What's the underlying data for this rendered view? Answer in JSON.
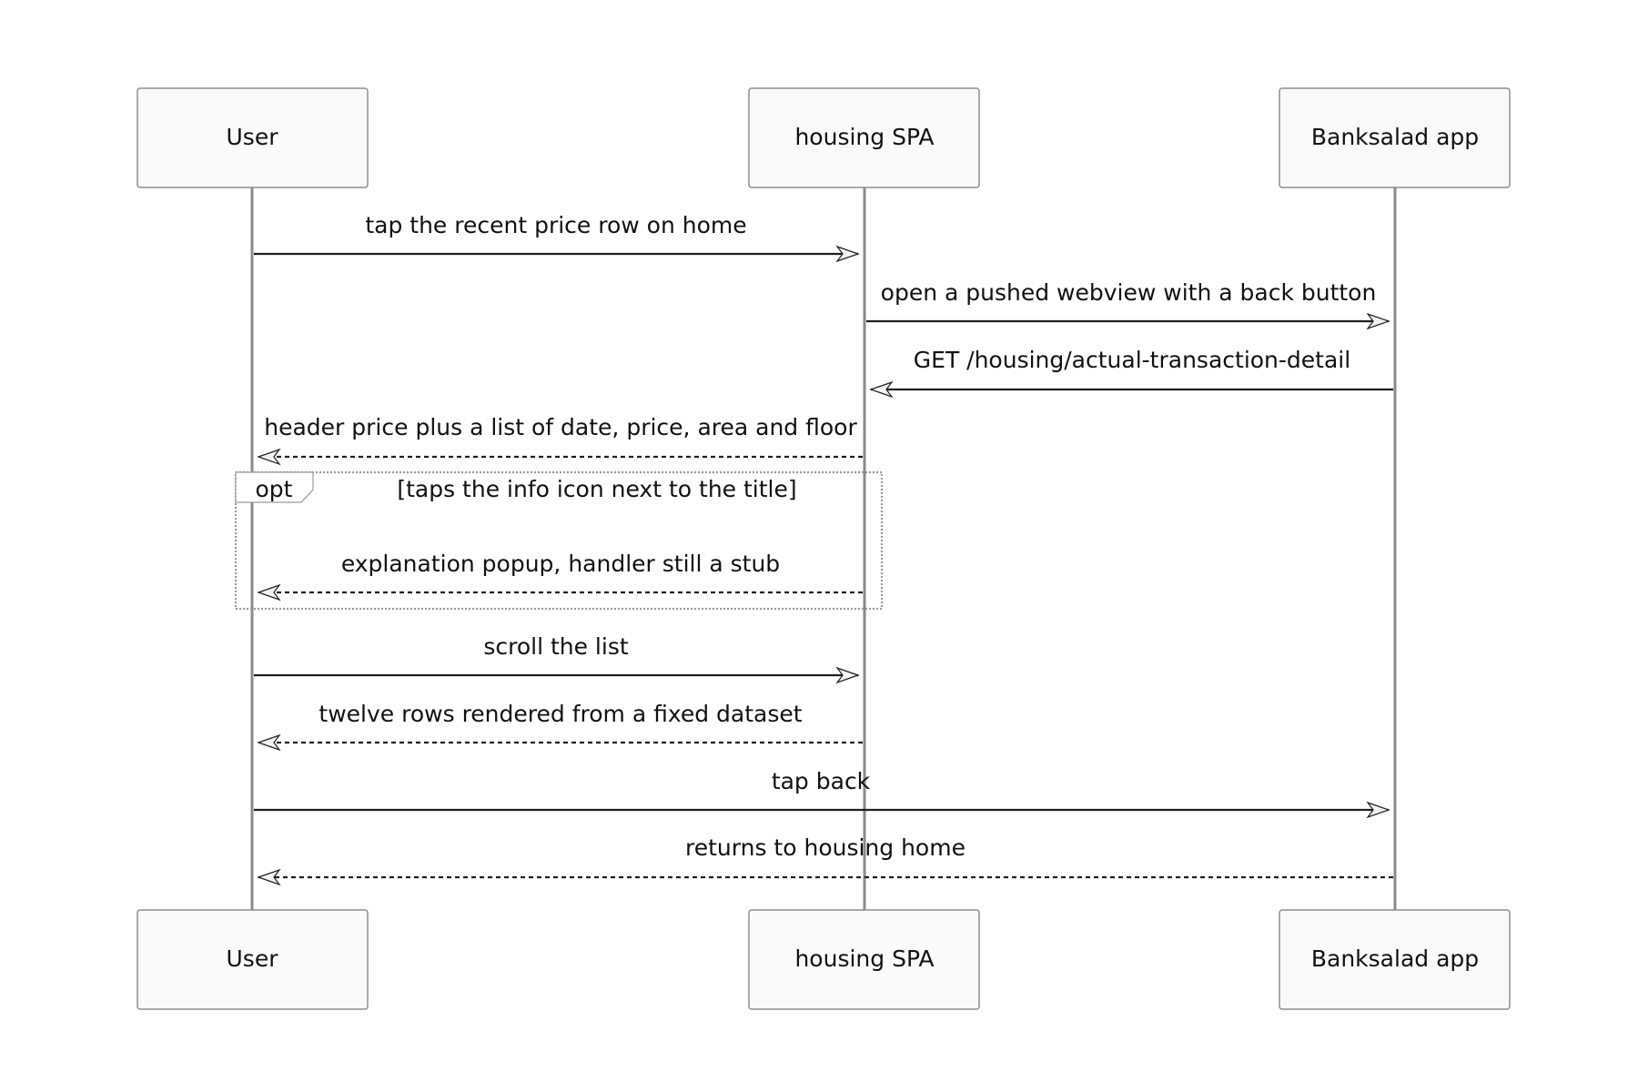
{
  "diagram": {
    "participants": [
      {
        "id": "user",
        "label": "User"
      },
      {
        "id": "spa",
        "label": "housing SPA"
      },
      {
        "id": "app",
        "label": "Banksalad app"
      }
    ],
    "messages": [
      {
        "from": "user",
        "to": "spa",
        "text": "tap the recent price row on home",
        "style": "solid"
      },
      {
        "from": "spa",
        "to": "app",
        "text": "open a pushed webview with a back button",
        "style": "solid"
      },
      {
        "from": "app",
        "to": "spa",
        "text": "GET /housing/actual-transaction-detail",
        "style": "solid"
      },
      {
        "from": "spa",
        "to": "user",
        "text": "header price plus a list of date, price, area and floor",
        "style": "dashed"
      },
      {
        "from": "spa",
        "to": "user",
        "text": "explanation popup, handler still a stub",
        "style": "dashed"
      },
      {
        "from": "user",
        "to": "spa",
        "text": "scroll the list",
        "style": "solid"
      },
      {
        "from": "spa",
        "to": "user",
        "text": "twelve rows rendered from a fixed dataset",
        "style": "dashed"
      },
      {
        "from": "user",
        "to": "app",
        "text": "tap back",
        "style": "solid"
      },
      {
        "from": "app",
        "to": "user",
        "text": "returns to housing home",
        "style": "dashed"
      }
    ],
    "fragment": {
      "kind": "opt",
      "condition": "[taps the info icon next to the title]",
      "covers_messages": [
        4
      ]
    },
    "colors": {
      "actor_fill": "#fafafa",
      "actor_border": "#8e8e8e",
      "lifeline": "#8a8a8a",
      "arrow": "#1f1f1f",
      "frame_border": "#9a9a9a"
    }
  }
}
